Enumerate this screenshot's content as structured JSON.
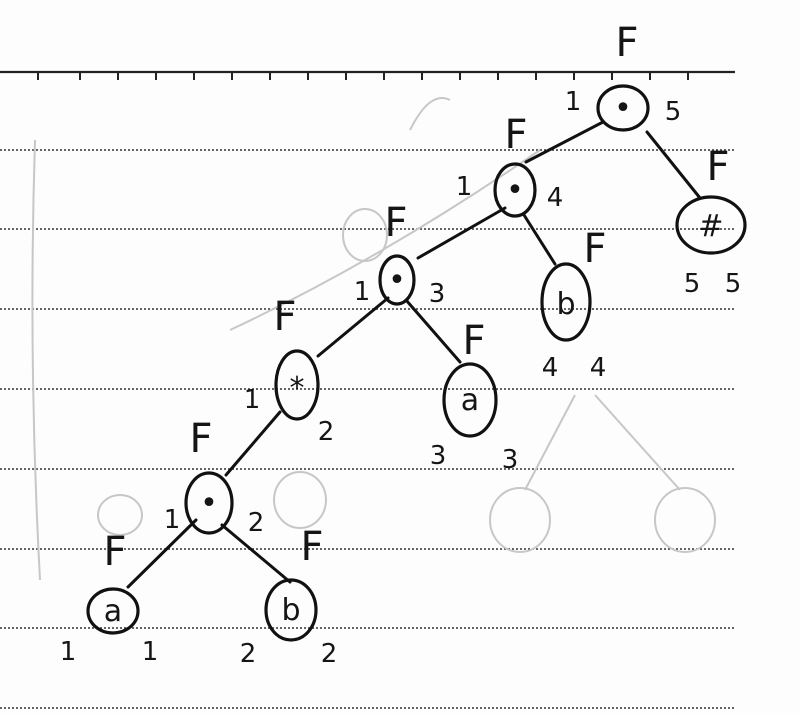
{
  "nodes": {
    "root": {
      "symbol": "•",
      "label": "F",
      "left": "1",
      "right": "5"
    },
    "hash": {
      "symbol": "#",
      "label": "F",
      "left": "5",
      "right": "5"
    },
    "dot4": {
      "symbol": "•",
      "label": "F",
      "left": "1",
      "right": "4"
    },
    "b_top": {
      "symbol": "b",
      "label": "F",
      "left": "4",
      "right": "4"
    },
    "dot3": {
      "symbol": "•",
      "label": "F",
      "left": "1",
      "right": "3"
    },
    "a_mid": {
      "symbol": "a",
      "label": "F",
      "left": "3",
      "right": "3"
    },
    "star": {
      "symbol": "*",
      "label": "F",
      "left": "1",
      "right": "2"
    },
    "dot2": {
      "symbol": "•",
      "label": "F",
      "left": "1",
      "right": "2"
    },
    "a_leaf": {
      "symbol": "a",
      "label": "F",
      "left": "1",
      "right": "1"
    },
    "b_leaf": {
      "symbol": "b",
      "label": "F",
      "left": "2",
      "right": "2"
    }
  }
}
